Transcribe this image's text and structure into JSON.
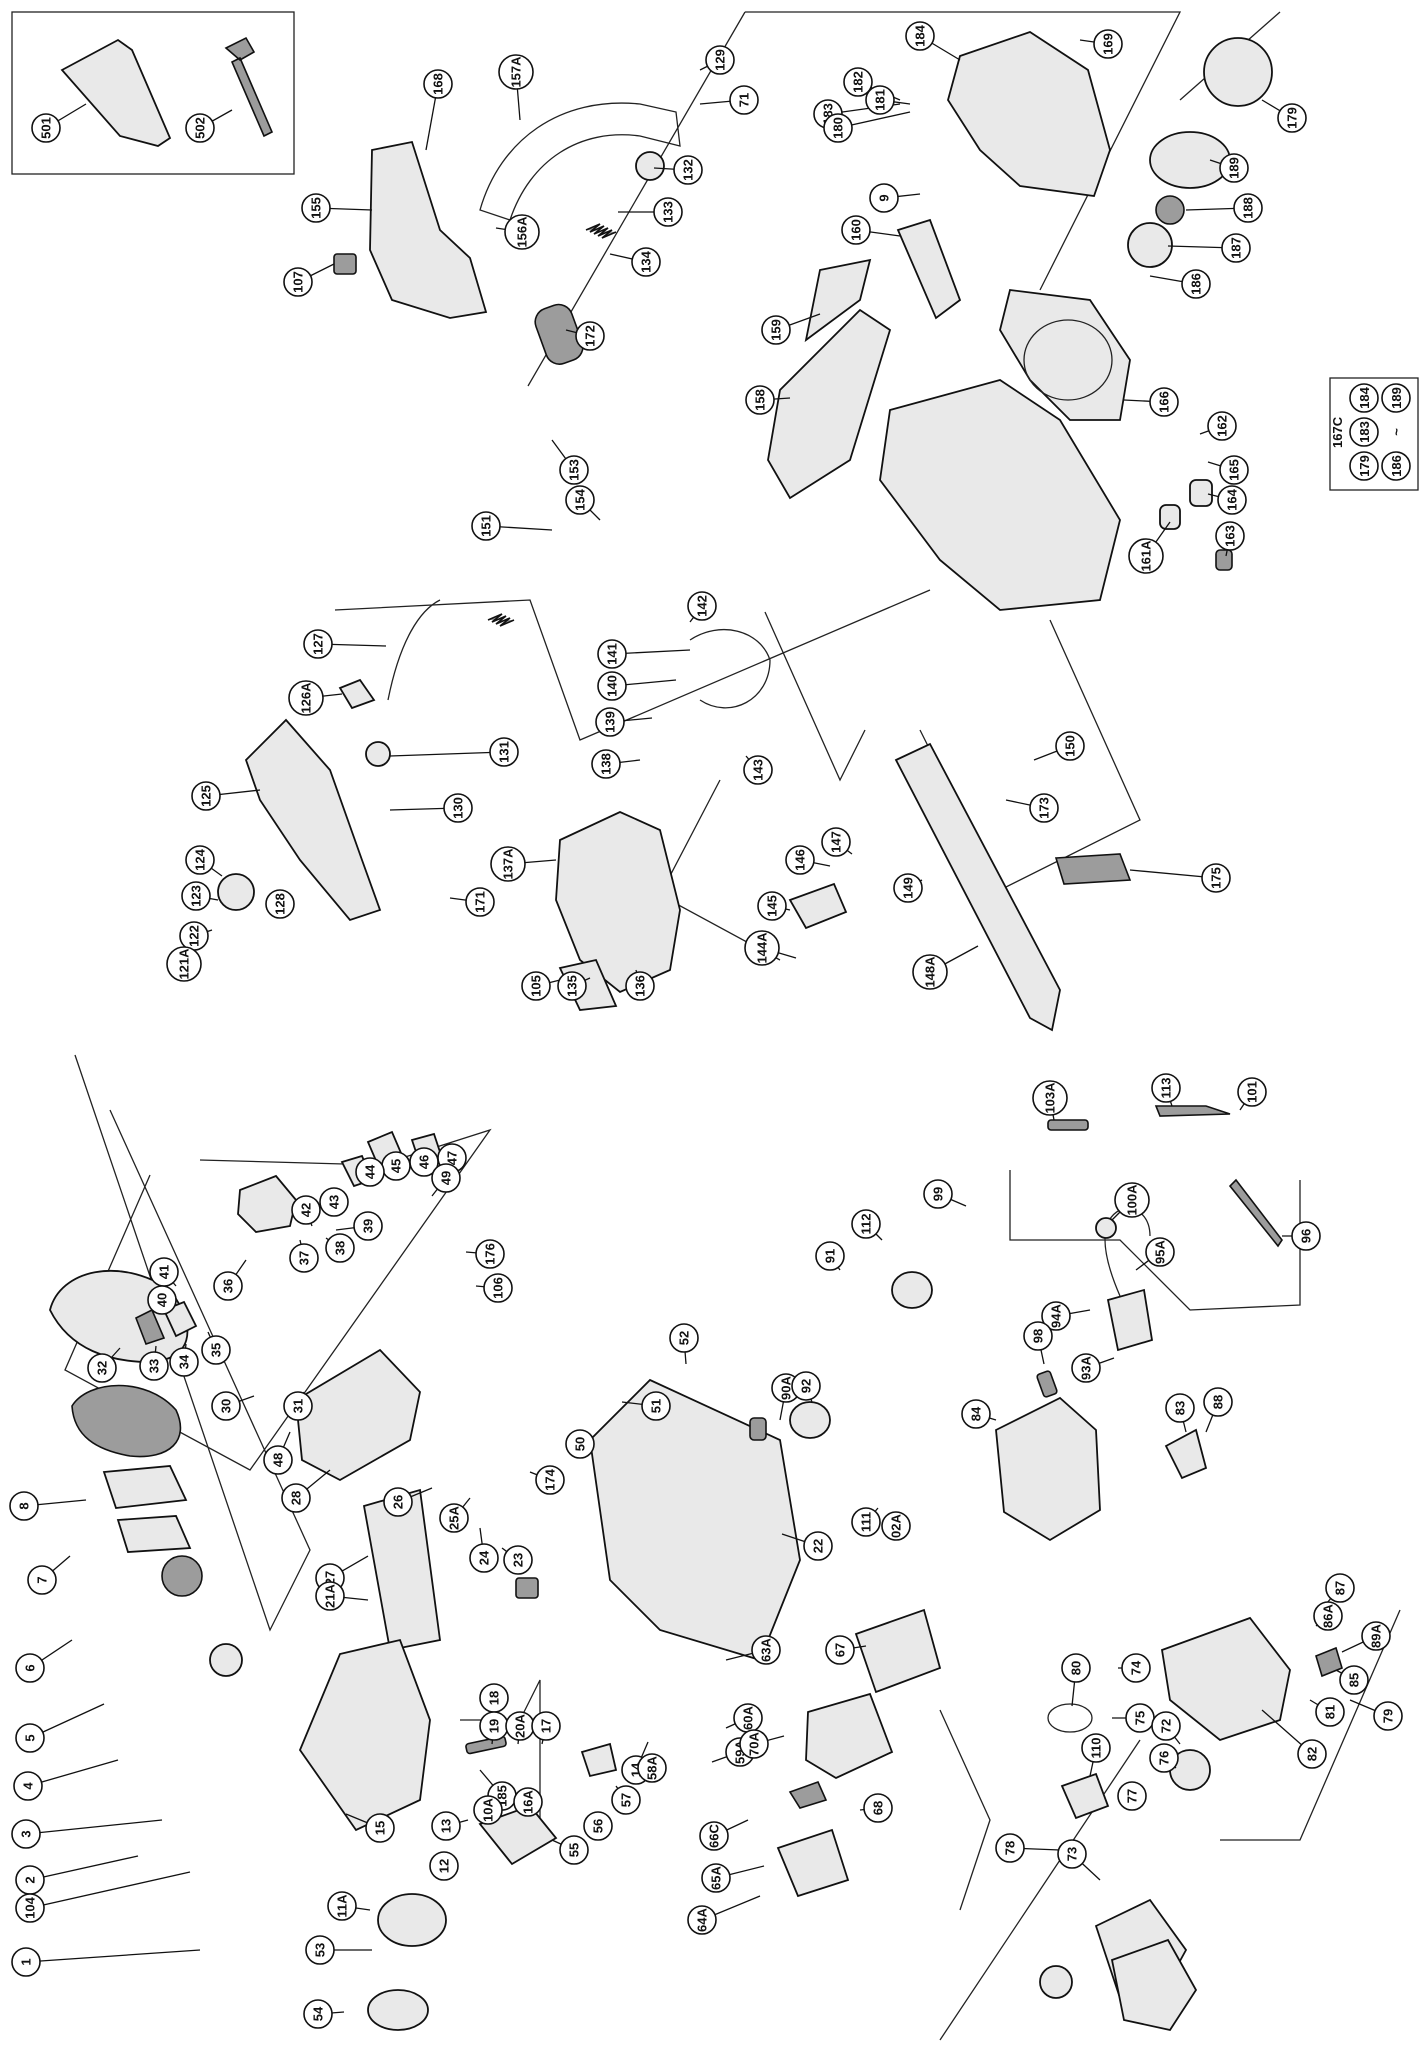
{
  "diagram": {
    "kit_box": {
      "label": "167C",
      "members": [
        "179",
        "183",
        "184",
        "186",
        "~",
        "189"
      ]
    },
    "callouts": [
      {
        "id": "501"
      },
      {
        "id": "502"
      },
      {
        "id": "168"
      },
      {
        "id": "157A"
      },
      {
        "id": "129"
      },
      {
        "id": "71"
      },
      {
        "id": "155"
      },
      {
        "id": "132"
      },
      {
        "id": "133"
      },
      {
        "id": "156A"
      },
      {
        "id": "107"
      },
      {
        "id": "134"
      },
      {
        "id": "172"
      },
      {
        "id": "184"
      },
      {
        "id": "169"
      },
      {
        "id": "183"
      },
      {
        "id": "182"
      },
      {
        "id": "181"
      },
      {
        "id": "180"
      },
      {
        "id": "179"
      },
      {
        "id": "189"
      },
      {
        "id": "188"
      },
      {
        "id": "187"
      },
      {
        "id": "186"
      },
      {
        "id": "9"
      },
      {
        "id": "160"
      },
      {
        "id": "159"
      },
      {
        "id": "158"
      },
      {
        "id": "166"
      },
      {
        "id": "162"
      },
      {
        "id": "165"
      },
      {
        "id": "164"
      },
      {
        "id": "163"
      },
      {
        "id": "161A"
      },
      {
        "id": "153"
      },
      {
        "id": "154"
      },
      {
        "id": "151"
      },
      {
        "id": "127"
      },
      {
        "id": "126A"
      },
      {
        "id": "125"
      },
      {
        "id": "124"
      },
      {
        "id": "123"
      },
      {
        "id": "122"
      },
      {
        "id": "121A"
      },
      {
        "id": "128"
      },
      {
        "id": "131"
      },
      {
        "id": "130"
      },
      {
        "id": "142"
      },
      {
        "id": "141"
      },
      {
        "id": "140"
      },
      {
        "id": "139"
      },
      {
        "id": "138"
      },
      {
        "id": "143"
      },
      {
        "id": "137A"
      },
      {
        "id": "171"
      },
      {
        "id": "105"
      },
      {
        "id": "135"
      },
      {
        "id": "136"
      },
      {
        "id": "150"
      },
      {
        "id": "173"
      },
      {
        "id": "147"
      },
      {
        "id": "146"
      },
      {
        "id": "145"
      },
      {
        "id": "149"
      },
      {
        "id": "144A"
      },
      {
        "id": "148A"
      },
      {
        "id": "175"
      },
      {
        "id": "8"
      },
      {
        "id": "7"
      },
      {
        "id": "6"
      },
      {
        "id": "5"
      },
      {
        "id": "4"
      },
      {
        "id": "3"
      },
      {
        "id": "2"
      },
      {
        "id": "104"
      },
      {
        "id": "1"
      },
      {
        "id": "47"
      },
      {
        "id": "46"
      },
      {
        "id": "45"
      },
      {
        "id": "44"
      },
      {
        "id": "43"
      },
      {
        "id": "42"
      },
      {
        "id": "41"
      },
      {
        "id": "40"
      },
      {
        "id": "39"
      },
      {
        "id": "38"
      },
      {
        "id": "37"
      },
      {
        "id": "36"
      },
      {
        "id": "35"
      },
      {
        "id": "34"
      },
      {
        "id": "33"
      },
      {
        "id": "32"
      },
      {
        "id": "30"
      },
      {
        "id": "31"
      },
      {
        "id": "48"
      },
      {
        "id": "49"
      },
      {
        "id": "176"
      },
      {
        "id": "106"
      },
      {
        "id": "28"
      },
      {
        "id": "26"
      },
      {
        "id": "27"
      },
      {
        "id": "24"
      },
      {
        "id": "25A"
      },
      {
        "id": "23"
      },
      {
        "id": "174"
      },
      {
        "id": "50"
      },
      {
        "id": "51"
      },
      {
        "id": "52"
      },
      {
        "id": "90A"
      },
      {
        "id": "92"
      },
      {
        "id": "91"
      },
      {
        "id": "112"
      },
      {
        "id": "22"
      },
      {
        "id": "14"
      },
      {
        "id": "21A"
      },
      {
        "id": "18"
      },
      {
        "id": "19"
      },
      {
        "id": "20A"
      },
      {
        "id": "17"
      },
      {
        "id": "185"
      },
      {
        "id": "16A"
      },
      {
        "id": "10A"
      },
      {
        "id": "15"
      },
      {
        "id": "13"
      },
      {
        "id": "12"
      },
      {
        "id": "11A"
      },
      {
        "id": "53"
      },
      {
        "id": "54"
      },
      {
        "id": "55"
      },
      {
        "id": "56"
      },
      {
        "id": "57"
      },
      {
        "id": "58A"
      },
      {
        "id": "59A"
      },
      {
        "id": "60A"
      },
      {
        "id": "63A"
      },
      {
        "id": "64A"
      },
      {
        "id": "65A"
      },
      {
        "id": "66C"
      },
      {
        "id": "70A"
      },
      {
        "id": "67"
      },
      {
        "id": "68"
      },
      {
        "id": "111"
      },
      {
        "id": "02A"
      },
      {
        "id": "103A"
      },
      {
        "id": "113"
      },
      {
        "id": "101"
      },
      {
        "id": "99"
      },
      {
        "id": "100A"
      },
      {
        "id": "95A"
      },
      {
        "id": "96"
      },
      {
        "id": "94A"
      },
      {
        "id": "93A"
      },
      {
        "id": "98"
      },
      {
        "id": "84"
      },
      {
        "id": "83"
      },
      {
        "id": "88"
      },
      {
        "id": "87"
      },
      {
        "id": "86A"
      },
      {
        "id": "89A"
      },
      {
        "id": "85"
      },
      {
        "id": "81"
      },
      {
        "id": "79"
      },
      {
        "id": "82"
      },
      {
        "id": "80"
      },
      {
        "id": "74"
      },
      {
        "id": "75"
      },
      {
        "id": "110"
      },
      {
        "id": "72"
      },
      {
        "id": "76"
      },
      {
        "id": "77"
      },
      {
        "id": "78"
      },
      {
        "id": "73"
      }
    ]
  }
}
